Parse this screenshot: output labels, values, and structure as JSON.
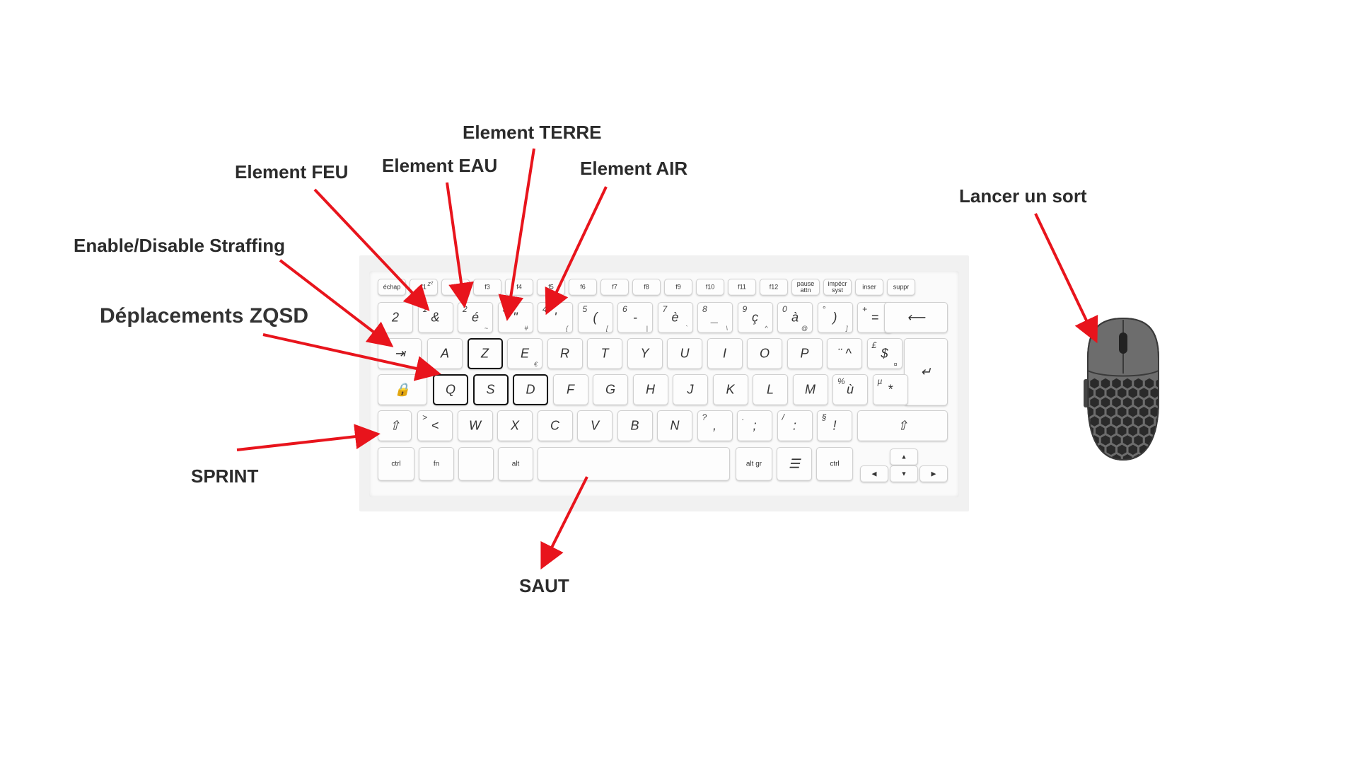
{
  "labels": {
    "terre": "Element TERRE",
    "feu": "Element FEU",
    "eau": "Element EAU",
    "air": "Element AIR",
    "straffing": "Enable/Disable Straffing",
    "deplacements": "Déplacements ZQSD",
    "sprint": "SPRINT",
    "saut": "SAUT",
    "sort": "Lancer un sort"
  },
  "keyboard": {
    "function_row": [
      "échap",
      "f1",
      "f2",
      "f3",
      "f4",
      "f5",
      "f6",
      "f7",
      "f8",
      "f9",
      "f10",
      "f11",
      "f12",
      "pause\nattn",
      "impécr\nsyst",
      "inser",
      "suppr"
    ],
    "function_row_tl": [
      "",
      "z²",
      "",
      "",
      "",
      "",
      "",
      "",
      "",
      "",
      "",
      "",
      "",
      "",
      "",
      "",
      ""
    ],
    "number_row": [
      {
        "main": "2",
        "tl": "",
        "br": ""
      },
      {
        "main": "&",
        "tl": "1",
        "br": ""
      },
      {
        "main": "é",
        "tl": "2",
        "br": "~"
      },
      {
        "main": "\"",
        "tl": "3",
        "br": "#"
      },
      {
        "main": "'",
        "tl": "4",
        "br": "{"
      },
      {
        "main": "(",
        "tl": "5",
        "br": "["
      },
      {
        "main": "-",
        "tl": "6",
        "br": "|"
      },
      {
        "main": "è",
        "tl": "7",
        "br": "`"
      },
      {
        "main": "_",
        "tl": "8",
        "br": "\\"
      },
      {
        "main": "ç",
        "tl": "9",
        "br": "^"
      },
      {
        "main": "à",
        "tl": "0",
        "br": "@"
      },
      {
        "main": ")",
        "tl": "°",
        "br": "]"
      },
      {
        "main": "=",
        "tl": "+",
        "br": "}"
      }
    ],
    "top_row": [
      "A",
      "Z",
      "E",
      "R",
      "T",
      "Y",
      "U",
      "I",
      "O",
      "P",
      "¨ ^",
      "$"
    ],
    "top_row_extra": {
      "e_sub": "€",
      "dollar_tl": "£",
      "dollar_br": "¤"
    },
    "home_row": [
      "Q",
      "S",
      "D",
      "F",
      "G",
      "H",
      "J",
      "K",
      "L",
      "M",
      "ù",
      "*"
    ],
    "home_row_extra": {
      "u_tl": "%",
      "star_tl": "µ"
    },
    "bottom_row": [
      {
        "main": "<",
        "tl": ">"
      },
      {
        "main": "W",
        "tl": ""
      },
      {
        "main": "X",
        "tl": ""
      },
      {
        "main": "C",
        "tl": ""
      },
      {
        "main": "V",
        "tl": ""
      },
      {
        "main": "B",
        "tl": ""
      },
      {
        "main": "N",
        "tl": ""
      },
      {
        "main": ",",
        "tl": "?"
      },
      {
        "main": ";",
        "tl": "."
      },
      {
        "main": ":",
        "tl": "/"
      },
      {
        "main": "!",
        "tl": "§"
      }
    ],
    "mods": {
      "ctrl": "ctrl",
      "fn": "fn",
      "alt": "alt",
      "altgr": "alt gr",
      "ctrl_r": "ctrl"
    },
    "glyphs": {
      "backspace": "⟵",
      "tab": "⇥",
      "enter": "↵",
      "caps": "🔒",
      "shift": "⇧",
      "menu": "☰",
      "left": "◀",
      "right": "▶",
      "up": "▲",
      "down": "▼"
    }
  },
  "colors": {
    "arrow": "#e8141c",
    "highlight": "#111111",
    "mouse_body": "#6d6d6d",
    "mouse_dark": "#2a2a2a"
  }
}
